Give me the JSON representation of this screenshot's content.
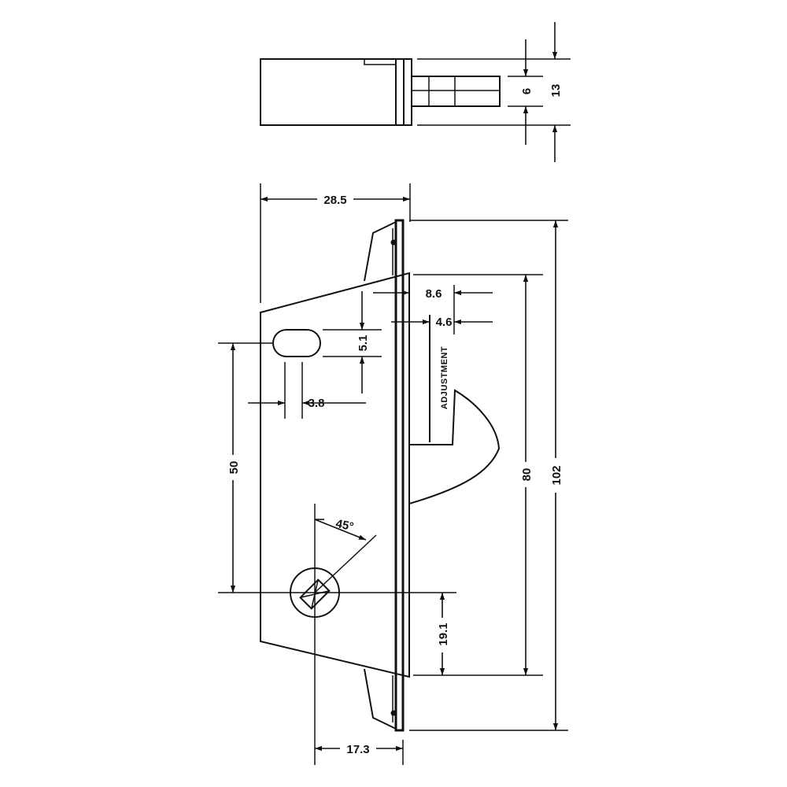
{
  "dimensions": {
    "top_height": "13",
    "bolt_height": "6",
    "body_width": "28.5",
    "backset_outer": "8.6",
    "backset_inner": "4.6",
    "slot_height": "5.1",
    "slot_width": "3.8",
    "hole_spacing": "50",
    "faceplate_height": "80",
    "overall_height": "102",
    "cylinder_offset": "19.1",
    "cylinder_backset": "17.3",
    "angle": "45°"
  },
  "labels": {
    "adjustment": "ADJUSTMENT"
  }
}
